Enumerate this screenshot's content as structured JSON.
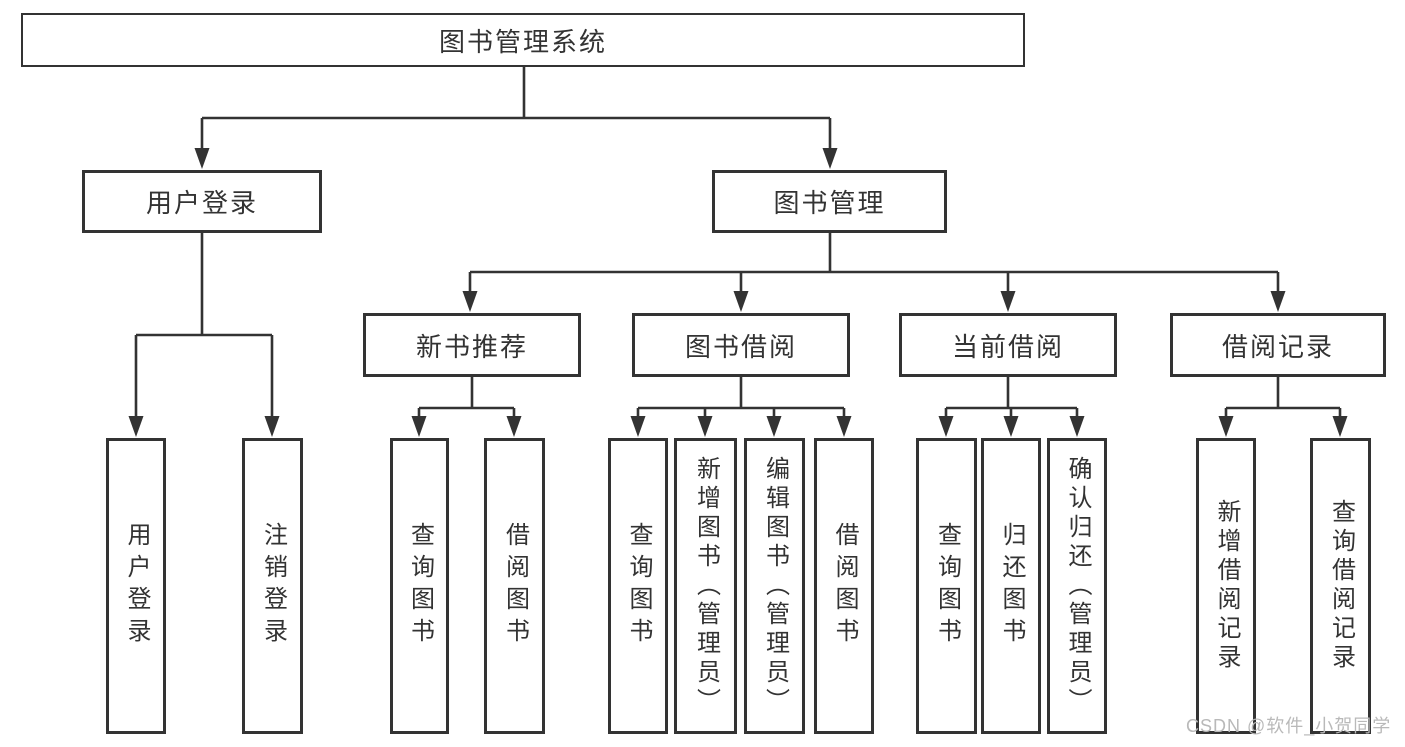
{
  "colors": {
    "line": "#333333",
    "box_border": "#333333",
    "text": "#333333",
    "background": "#ffffff",
    "watermark": "#b9b9b9"
  },
  "watermark": {
    "text": "CSDN @软件_小贺同学"
  },
  "tree": {
    "label": "图书管理系统",
    "children": [
      {
        "label": "用户登录",
        "children": [
          {
            "label": "用户登录"
          },
          {
            "label": "注销登录"
          }
        ]
      },
      {
        "label": "图书管理",
        "children": [
          {
            "label": "新书推荐",
            "children": [
              {
                "label": "查询图书"
              },
              {
                "label": "借阅图书"
              }
            ]
          },
          {
            "label": "图书借阅",
            "children": [
              {
                "label": "查询图书"
              },
              {
                "label": "新增图书（管理员）"
              },
              {
                "label": "编辑图书（管理员）"
              },
              {
                "label": "借阅图书"
              }
            ]
          },
          {
            "label": "当前借阅",
            "children": [
              {
                "label": "查询图书"
              },
              {
                "label": "归还图书"
              },
              {
                "label": "确认归还（管理员）"
              }
            ]
          },
          {
            "label": "借阅记录",
            "children": [
              {
                "label": "新增借阅记录"
              },
              {
                "label": "查询借阅记录"
              }
            ]
          }
        ]
      }
    ]
  }
}
